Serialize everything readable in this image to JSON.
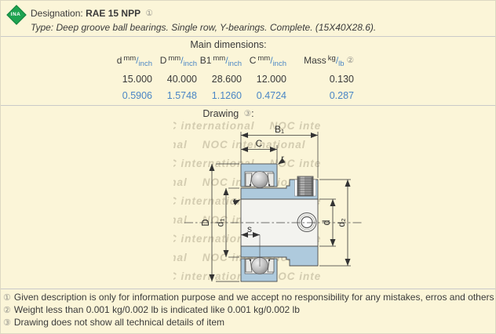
{
  "page": {
    "bg": "#FBF5D8",
    "accent_blue": "#4a86c5",
    "logo_text": "INA",
    "logo_color": "#1EA351"
  },
  "header": {
    "designation_label": "Designation:",
    "designation_value": "RAE 15 NPP",
    "designation_ref": "①",
    "type_label": "Type:",
    "type_value": "Deep groove ball bearings. Single row, Y-bearings. Complete. (15X40X28.6)."
  },
  "dimensions": {
    "title": "Main dimensions:",
    "columns": [
      {
        "label": "d",
        "unit_top": "mm",
        "unit_bottom": "inch"
      },
      {
        "label": "D",
        "unit_top": "mm",
        "unit_bottom": "inch"
      },
      {
        "label": "B1",
        "unit_top": "mm",
        "unit_bottom": "inch"
      },
      {
        "label": "C",
        "unit_top": "mm",
        "unit_bottom": "inch"
      },
      {
        "label": "Mass",
        "unit_top": "kg",
        "unit_bottom": "lb",
        "ref": "②"
      }
    ],
    "mm_row": [
      "15.000",
      "40.000",
      "28.600",
      "12.000",
      "0.130"
    ],
    "inch_row": [
      "0.5906",
      "1.5748",
      "1.1260",
      "0.4724",
      "0.287"
    ]
  },
  "drawing": {
    "title_label": "Drawing",
    "title_ref": "③",
    "title_colon": ":",
    "labels": {
      "b1": "B₁",
      "c": "C",
      "r": "r",
      "D": "D",
      "d1": "d₁",
      "s": "s",
      "d": "d",
      "d2": "d₂"
    },
    "watermark_rows": [
      "C international    NOC inte",
      "onal    NOC international",
      "C international    NOC inte",
      "onal    NOC international",
      "C international    NOC inte",
      "onal    NOC international",
      "C international    NOC inte",
      "onal    NOC international",
      "C international    NOC inte"
    ]
  },
  "notes": [
    {
      "ref": "①",
      "text": "Given description is only for information purpose and we accept no responsibility for any mistakes, erros and others"
    },
    {
      "ref": "②",
      "text": "Weight less than 0.001 kg/0.002 lb is indicated like 0.001 kg/0.002 lb"
    },
    {
      "ref": "③",
      "text": "Drawing does not show all technical details of item"
    }
  ]
}
